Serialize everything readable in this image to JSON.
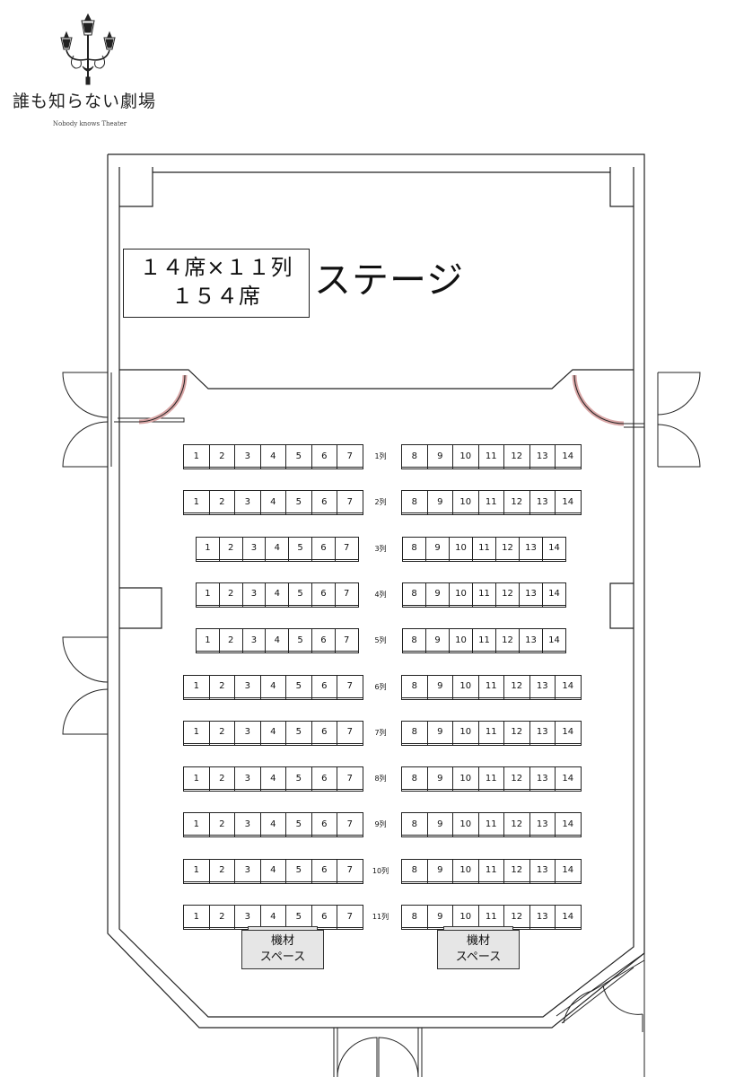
{
  "logo": {
    "title": "誰も知らない劇場",
    "subtitle": "Nobody knows Theater"
  },
  "capacity": {
    "line1": "１４席×１１列",
    "line2": "１５４席"
  },
  "stage": {
    "label": "ステージ"
  },
  "seat_numbers": {
    "left": [
      "1",
      "2",
      "3",
      "4",
      "5",
      "6",
      "7"
    ],
    "right": [
      "8",
      "9",
      "10",
      "11",
      "12",
      "13",
      "14"
    ]
  },
  "rows": [
    {
      "label": "1列",
      "indented": false
    },
    {
      "label": "2列",
      "indented": false
    },
    {
      "label": "3列",
      "indented": true
    },
    {
      "label": "4列",
      "indented": true
    },
    {
      "label": "5列",
      "indented": true
    },
    {
      "label": "6列",
      "indented": false
    },
    {
      "label": "7列",
      "indented": false
    },
    {
      "label": "8列",
      "indented": false
    },
    {
      "label": "9列",
      "indented": false
    },
    {
      "label": "10列",
      "indented": false
    },
    {
      "label": "11列",
      "indented": false
    }
  ],
  "equipment": [
    {
      "line1": "機材",
      "line2": "スペース"
    },
    {
      "line1": "機材",
      "line2": "スペース"
    }
  ],
  "colors": {
    "line": "#222222",
    "door_accent": "#d9a6a6",
    "equipment_fill": "#e6e6e6"
  }
}
